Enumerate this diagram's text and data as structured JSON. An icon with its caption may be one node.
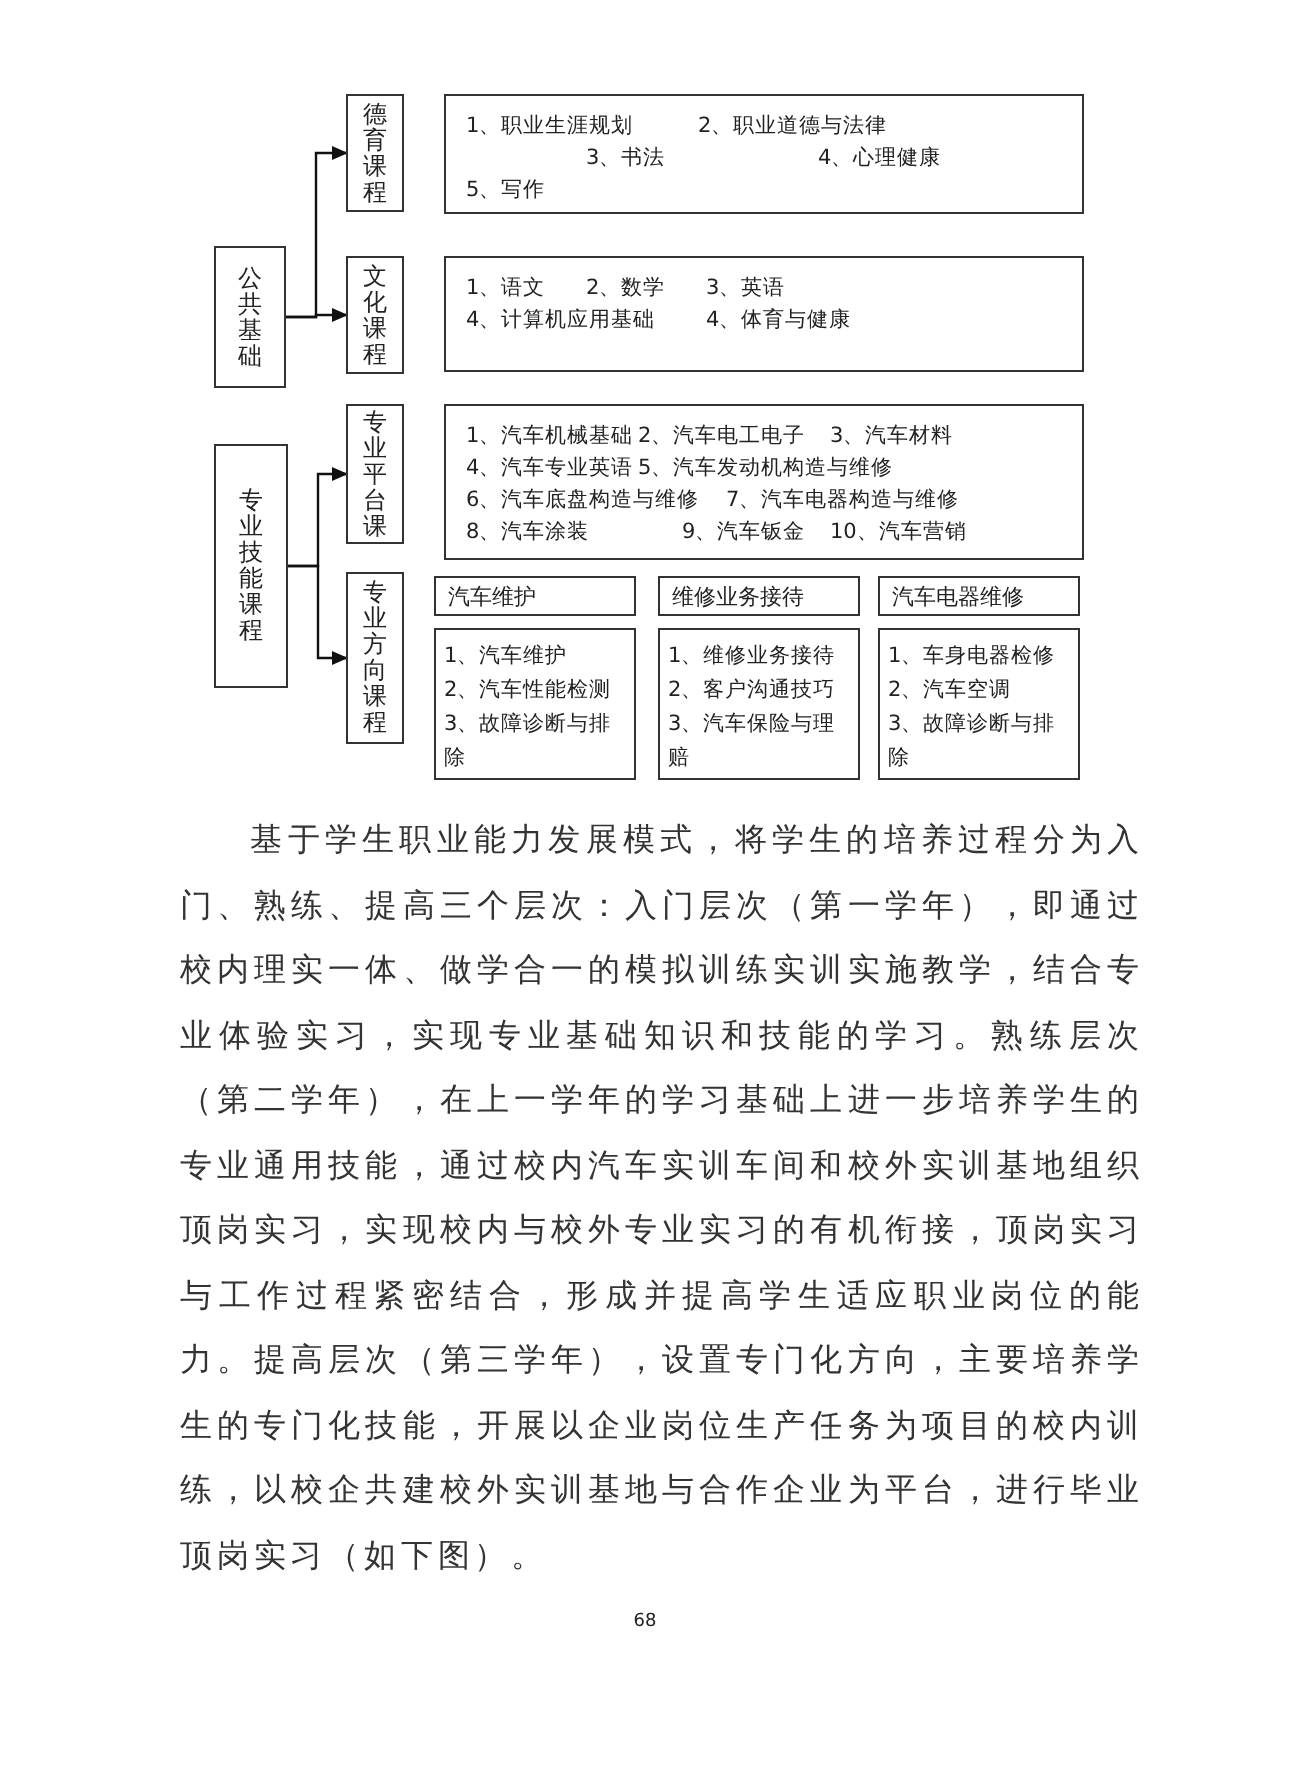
{
  "diagram": {
    "nodes": [
      {
        "text": [
          "公共基础"
        ]
      },
      {
        "text": [
          "德育课程"
        ]
      },
      {
        "text": [
          "1、职业生涯规划",
          "2、职业道德与法律",
          "3、书法",
          "4、心理健康",
          "5、写作"
        ]
      },
      {
        "text": [
          "文化课程"
        ]
      },
      {
        "text": [
          "1、语文",
          "2、数学",
          "3、英语",
          "4、计算机应用基础",
          "4、体育与健康"
        ]
      },
      {
        "text": [
          "专业技能课程"
        ]
      },
      {
        "text": [
          "专业平台课"
        ]
      },
      {
        "text": [
          "1、汽车机械基础",
          "2、汽车电工电子",
          "3、汽车材料",
          "4、汽车专业英语",
          "5、汽车发动机构造与维修",
          "6、汽车底盘构造与维修",
          "7、汽车电器构造与维修",
          "8、汽车涂装",
          "9、汽车钣金",
          "10、汽车营销"
        ]
      },
      {
        "text": [
          "专业方向课程"
        ]
      },
      {
        "text": [
          "汽车维护"
        ]
      },
      {
        "text": [
          "1、汽车维护",
          "2、汽车性能检测",
          "3、故障诊断与排除"
        ]
      },
      {
        "text": [
          "维修业务接待"
        ]
      },
      {
        "text": [
          "1、维修业务接待",
          "2、客户沟通技巧",
          "3、汽车保险与理赔"
        ]
      },
      {
        "text": [
          "汽车电器维修"
        ]
      },
      {
        "text": [
          "1、车身电器检修",
          "2、汽车空调",
          "3、故障诊断与排除"
        ]
      }
    ],
    "edges": [
      {
        "from": 0,
        "to": 1,
        "arrow": "to"
      },
      {
        "from": 0,
        "to": 3,
        "arrow": "to"
      },
      {
        "from": 5,
        "to": 6,
        "arrow": "to"
      },
      {
        "from": 5,
        "to": 8,
        "arrow": "to"
      }
    ],
    "labels": [
      "基于学生职业能力发展模式，将学生的培养过程分为入门、熟练、提高三个层次：入门层次（第一学年），即通过校内理实一体、做学合一的模拟训练实训实施教学，结合专业体验实习，实现专业基础知识和技能的学习。熟练层次（第二学年），在上一学年的学习基础上进一步培养学生的专业通用技能，通过校内汽车实训车间和校外实训基地组织顶岗实习，实现校内与校外专业实习的有机衔接，顶岗实习与工作过程紧密结合，形成并提高学生适应职业岗位的能力。提高层次（第三学年），设置专门化方向，主要培养学生的专门化技能，开展以企业岗位生产任务为项目的校内训练，以校企共建校外实训基地与合作企业为平台，进行毕业顶岗实习（如下图）。",
      "68"
    ]
  }
}
